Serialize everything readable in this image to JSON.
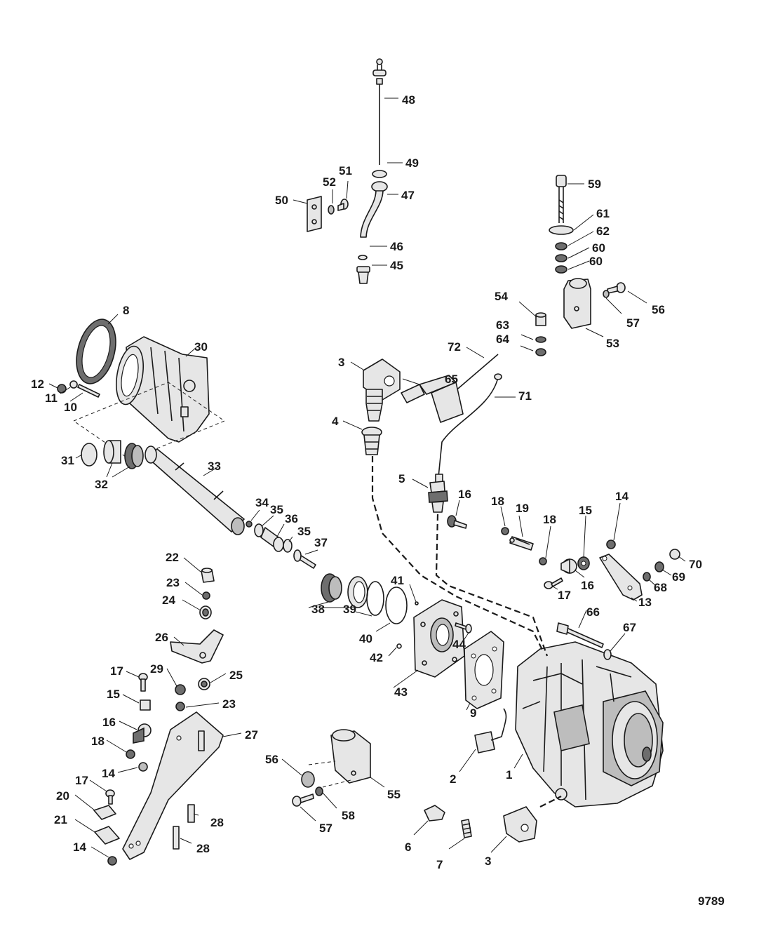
{
  "figure_number": "9789",
  "callouts": [
    {
      "id": "c48",
      "label": "48"
    },
    {
      "id": "c49",
      "label": "49"
    },
    {
      "id": "c47",
      "label": "47"
    },
    {
      "id": "c51",
      "label": "51"
    },
    {
      "id": "c52",
      "label": "52"
    },
    {
      "id": "c50",
      "label": "50"
    },
    {
      "id": "c46",
      "label": "46"
    },
    {
      "id": "c45",
      "label": "45"
    },
    {
      "id": "c59",
      "label": "59"
    },
    {
      "id": "c61",
      "label": "61"
    },
    {
      "id": "c62",
      "label": "62"
    },
    {
      "id": "c60a",
      "label": "60"
    },
    {
      "id": "c60b",
      "label": "60"
    },
    {
      "id": "c54",
      "label": "54"
    },
    {
      "id": "c56a",
      "label": "56"
    },
    {
      "id": "c57a",
      "label": "57"
    },
    {
      "id": "c53",
      "label": "53"
    },
    {
      "id": "c63",
      "label": "63"
    },
    {
      "id": "c64",
      "label": "64"
    },
    {
      "id": "c72",
      "label": "72"
    },
    {
      "id": "c8",
      "label": "8"
    },
    {
      "id": "c30",
      "label": "30"
    },
    {
      "id": "c12",
      "label": "12"
    },
    {
      "id": "c11",
      "label": "11"
    },
    {
      "id": "c10",
      "label": "10"
    },
    {
      "id": "c3a",
      "label": "3"
    },
    {
      "id": "c65",
      "label": "65"
    },
    {
      "id": "c71",
      "label": "71"
    },
    {
      "id": "c4",
      "label": "4"
    },
    {
      "id": "c31",
      "label": "31"
    },
    {
      "id": "c32",
      "label": "32"
    },
    {
      "id": "c33",
      "label": "33"
    },
    {
      "id": "c5",
      "label": "5"
    },
    {
      "id": "c16a",
      "label": "16"
    },
    {
      "id": "c18a",
      "label": "18"
    },
    {
      "id": "c19",
      "label": "19"
    },
    {
      "id": "c18b",
      "label": "18"
    },
    {
      "id": "c15a",
      "label": "15"
    },
    {
      "id": "c14a",
      "label": "14"
    },
    {
      "id": "c34",
      "label": "34"
    },
    {
      "id": "c35a",
      "label": "35"
    },
    {
      "id": "c36",
      "label": "36"
    },
    {
      "id": "c35b",
      "label": "35"
    },
    {
      "id": "c37",
      "label": "37"
    },
    {
      "id": "c70",
      "label": "70"
    },
    {
      "id": "c69",
      "label": "69"
    },
    {
      "id": "c68",
      "label": "68"
    },
    {
      "id": "c16b",
      "label": "16"
    },
    {
      "id": "c17a",
      "label": "17"
    },
    {
      "id": "c13",
      "label": "13"
    },
    {
      "id": "c22",
      "label": "22"
    },
    {
      "id": "c23a",
      "label": "23"
    },
    {
      "id": "c24",
      "label": "24"
    },
    {
      "id": "c38",
      "label": "38"
    },
    {
      "id": "c39",
      "label": "39"
    },
    {
      "id": "c41",
      "label": "41"
    },
    {
      "id": "c40",
      "label": "40"
    },
    {
      "id": "c66",
      "label": "66"
    },
    {
      "id": "c67",
      "label": "67"
    },
    {
      "id": "c26",
      "label": "26"
    },
    {
      "id": "c44",
      "label": "44"
    },
    {
      "id": "c42",
      "label": "42"
    },
    {
      "id": "c43",
      "label": "43"
    },
    {
      "id": "c9",
      "label": "9"
    },
    {
      "id": "c17b",
      "label": "17"
    },
    {
      "id": "c29",
      "label": "29"
    },
    {
      "id": "c25",
      "label": "25"
    },
    {
      "id": "c15b",
      "label": "15"
    },
    {
      "id": "c23b",
      "label": "23"
    },
    {
      "id": "c16c",
      "label": "16"
    },
    {
      "id": "c27",
      "label": "27"
    },
    {
      "id": "c18c",
      "label": "18"
    },
    {
      "id": "c14b",
      "label": "14"
    },
    {
      "id": "c56b",
      "label": "56"
    },
    {
      "id": "c55",
      "label": "55"
    },
    {
      "id": "c2",
      "label": "2"
    },
    {
      "id": "c1",
      "label": "1"
    },
    {
      "id": "c17c",
      "label": "17"
    },
    {
      "id": "c20",
      "label": "20"
    },
    {
      "id": "c28a",
      "label": "28"
    },
    {
      "id": "c58",
      "label": "58"
    },
    {
      "id": "c21",
      "label": "21"
    },
    {
      "id": "c57b",
      "label": "57"
    },
    {
      "id": "c28b",
      "label": "28"
    },
    {
      "id": "c14c",
      "label": "14"
    },
    {
      "id": "c6",
      "label": "6"
    },
    {
      "id": "c3b",
      "label": "3"
    },
    {
      "id": "c7",
      "label": "7"
    }
  ]
}
